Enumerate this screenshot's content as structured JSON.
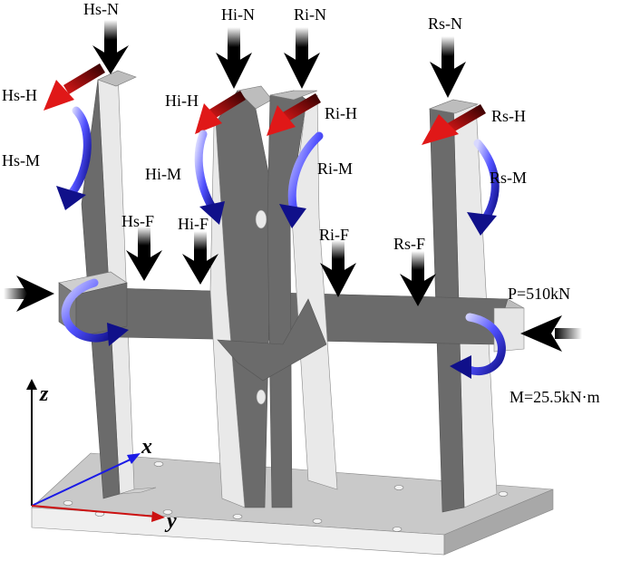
{
  "labels": {
    "hs_n": "Hs-N",
    "hi_n": "Hi-N",
    "ri_n": "Ri-N",
    "rs_n": "Rs-N",
    "hs_h": "Hs-H",
    "hi_h": "Hi-H",
    "ri_h": "Ri-H",
    "rs_h": "Rs-H",
    "hs_m": "Hs-M",
    "hi_m": "Hi-M",
    "ri_m": "Ri-M",
    "rs_m": "Rs-M",
    "hs_f": "Hs-F",
    "hi_f": "Hi-F",
    "ri_f": "Ri-F",
    "rs_f": "Rs-F",
    "p": "P=510kN",
    "m": "M=25.5kN·m"
  },
  "axes": {
    "z": "z",
    "x": "x",
    "y": "y"
  },
  "colors": {
    "dark_face": "#6b6b6b",
    "mid_face": "#bdbdbd",
    "light_face": "#e6e6e6",
    "vertical_force": "#000000",
    "horizontal_force": "#cc1111",
    "moment": "#1a1acc",
    "axis_x": "#1a1ae6",
    "axis_y": "#cc1111",
    "axis_z": "#000000"
  }
}
